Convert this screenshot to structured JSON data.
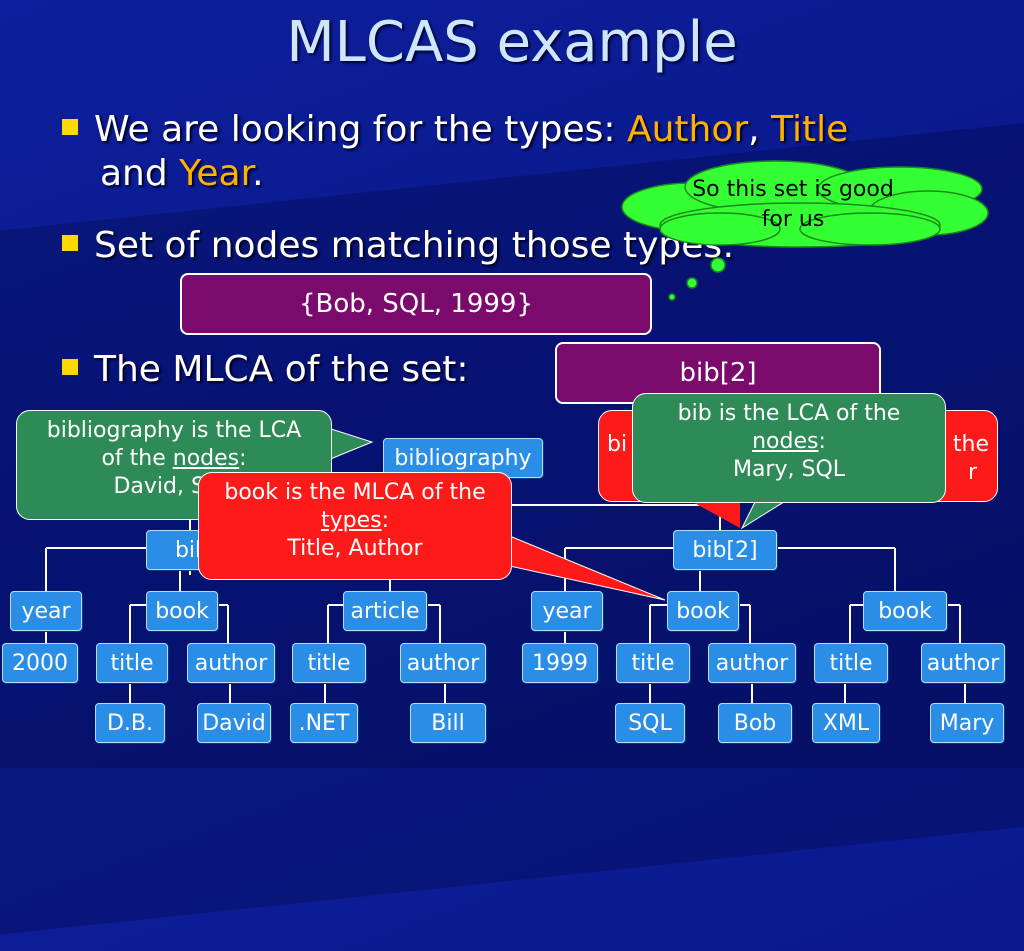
{
  "title": "MLCAS example",
  "bullets": {
    "b1_prefix": "We are looking for the types: ",
    "b1_author": "Author",
    "b1_comma": ", ",
    "b1_title": "Title",
    "b1_line2_prefix": "and ",
    "b1_year": "Year",
    "b1_period": ".",
    "b2": "Set of nodes matching those types:",
    "b3": "The MLCA of the set:"
  },
  "boxes": {
    "set": "{Bob, SQL, 1999}",
    "mlca": "bib[2]"
  },
  "cloud": {
    "line1": "So this set is good",
    "line2": "for us"
  },
  "callouts": {
    "bibliography": {
      "l1": "bibliography is the LCA",
      "l2_pre": "of the ",
      "l2_u": "nodes",
      "l2_post": ":",
      "l3": "David, SQL"
    },
    "book": {
      "l1": "book is the MLCA of the",
      "l2_u": "types",
      "l2_post": ":",
      "l3": "Title, Author"
    },
    "bib": {
      "l1": "bib is the LCA of the",
      "l2_u": "nodes",
      "l2_post": ":",
      "l3": "Mary, SQL"
    },
    "hidden_red": {
      "left": "bi",
      "right_top": "the",
      "right_bottom": "r"
    }
  },
  "tree": {
    "root": "bibliography",
    "bib1": "bib",
    "bib2": "bib[2]",
    "l2": [
      "year",
      "book",
      "article",
      "year",
      "book",
      "book"
    ],
    "l3": [
      "2000",
      "title",
      "author",
      "title",
      "author",
      "1999",
      "title",
      "author",
      "title",
      "author"
    ],
    "l4": [
      "D.B.",
      "David",
      ".NET",
      "Bill",
      "SQL",
      "Bob",
      "XML",
      "Mary"
    ]
  },
  "colors": {
    "background": "#0d1f9c",
    "node": "#2a8de6",
    "highlight": "#ffb000",
    "bullet": "#ffd800",
    "purple_box": "#7a0a6b",
    "green_callout": "#2e8b57",
    "red_callout": "#ff1a1a",
    "cloud": "#33ff33"
  }
}
